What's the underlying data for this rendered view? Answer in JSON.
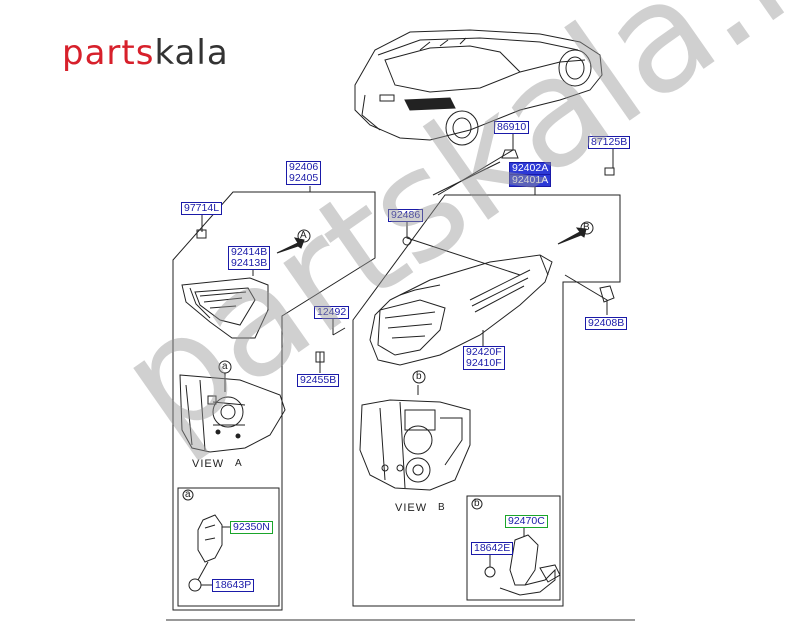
{
  "logo": {
    "part1": "parts",
    "part2": "kala"
  },
  "watermark": "partskala.ir",
  "parts": {
    "p86910": "86910",
    "p87125B": "87125B",
    "p92406_92405": "92406\n92405",
    "p92402A_92401A_top": "92402A",
    "p92402A_92401A_bot": "92401A",
    "p97714L": "97714L",
    "p92486": "92486",
    "p92414B_92413B": "92414B\n92413B",
    "p12492": "12492",
    "p92408B": "92408B",
    "p92455B": "92455B",
    "p92420F_92410F": "92420F\n92410F",
    "p92350N": "92350N",
    "p18643P": "18643P",
    "p92470C": "92470C",
    "p18642E": "18642E"
  },
  "views": {
    "viewA": "VIEW",
    "viewA_letter": "A",
    "viewB": "VIEW",
    "viewB_letter": "B"
  },
  "callouts": {
    "a": "a",
    "b": "b",
    "A": "A",
    "B": "B"
  },
  "colors": {
    "logo_red": "#d7202b",
    "label_blue": "#1a1aa8",
    "highlight": "#2d3ad6"
  }
}
